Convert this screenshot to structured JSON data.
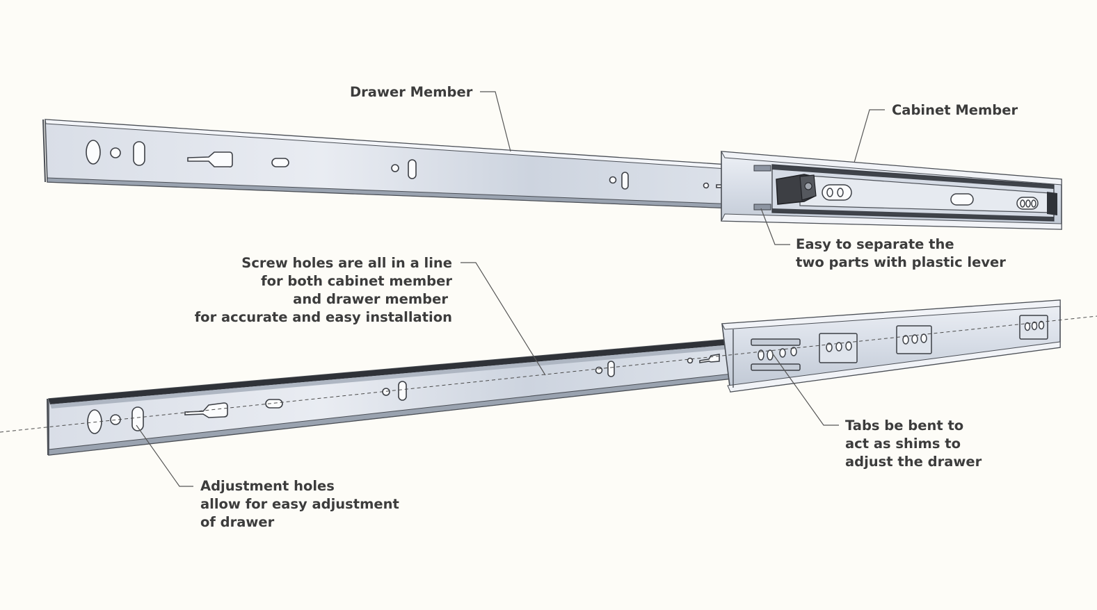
{
  "labels": {
    "drawer_member": "Drawer Member",
    "cabinet_member": "Cabinet Member",
    "easy_separate": [
      "Easy to separate the",
      "two parts with plastic lever"
    ],
    "screw_holes": [
      "Screw holes are all in a line",
      "for both cabinet member",
      "and drawer member",
      "for accurate and easy installation"
    ],
    "tabs": [
      "Tabs be bent to",
      "act as shims to",
      "adjust the drawer"
    ],
    "adjustment": [
      "Adjustment holes",
      "allow for easy adjustment",
      "of drawer"
    ]
  },
  "colors": {
    "background": "#fdfcf7",
    "text": "#3c3c3c",
    "steel_light": "#e4e8ef",
    "steel_mid": "#c9d0dc",
    "steel_dark": "#8f98a6",
    "outline": "#4a4e55",
    "lever": "#3d3f44"
  }
}
